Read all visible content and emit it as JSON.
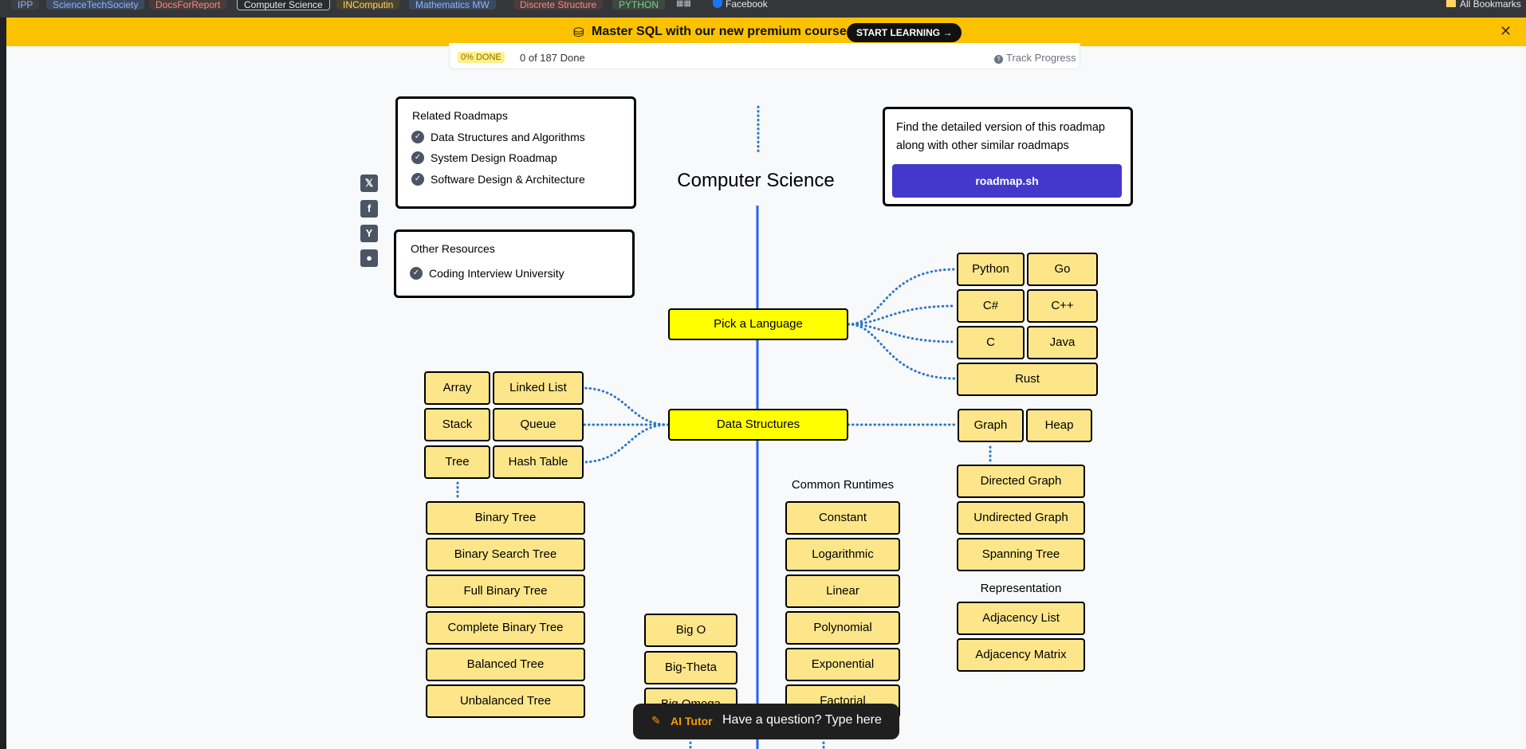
{
  "bookmarks": [
    {
      "label": "IPP",
      "color": "#8ab4f8",
      "bg": "#3c4043"
    },
    {
      "label": "ScienceTechSociety",
      "color": "#8ab4f8",
      "bg": "#3c4a60"
    },
    {
      "label": "DocsForReport",
      "color": "#f28b82",
      "bg": "#4a3c3c"
    },
    {
      "label": "Computer Science",
      "color": "#e8eaed",
      "bg": "#292a2d",
      "active": true
    },
    {
      "label": "INComputin",
      "color": "#fdd663",
      "bg": "#4a4330"
    },
    {
      "label": "Mathematics MW",
      "color": "#8ab4f8",
      "bg": "#3c4a60"
    },
    {
      "label": "Discrete Structure",
      "color": "#f28b82",
      "bg": "#4a3c3c"
    },
    {
      "label": "PYTHON",
      "color": "#81c995",
      "bg": "#3c4a40"
    }
  ],
  "bookmark_facebook": "Facebook",
  "bookmark_all": "All Bookmarks",
  "banner": {
    "text": "Master SQL with our new premium course",
    "button": "START LEARNING →",
    "close": "✕"
  },
  "progress": {
    "badge": "0% DONE",
    "text": "0 of 187 Done",
    "track": "Track Progress"
  },
  "related": {
    "title": "Related Roadmaps",
    "items": [
      "Data Structures and Algorithms",
      "System Design Roadmap",
      "Software Design & Architecture"
    ]
  },
  "resources": {
    "title": "Other Resources",
    "items": [
      "Coding Interview University"
    ]
  },
  "cta": {
    "text_line1": "Find the detailed version of this roadmap",
    "text_line2": "along with other similar roadmaps",
    "button": "roadmap.sh"
  },
  "social": [
    "𝕏",
    "f",
    "Y",
    "●"
  ],
  "title": "Computer Science",
  "pick_language": "Pick a Language",
  "languages": [
    "Python",
    "Go",
    "C#",
    "C++",
    "C",
    "Java",
    "Rust"
  ],
  "data_structures": "Data Structures",
  "ds_left": [
    "Array",
    "Linked List",
    "Stack",
    "Queue",
    "Tree",
    "Hash Table"
  ],
  "ds_right": [
    "Graph",
    "Heap"
  ],
  "graph_items": [
    "Directed Graph",
    "Undirected Graph",
    "Spanning Tree"
  ],
  "representation_label": "Representation",
  "representation_items": [
    "Adjacency List",
    "Adjacency Matrix"
  ],
  "tree_items": [
    "Binary Tree",
    "Binary Search Tree",
    "Full Binary Tree",
    "Complete Binary Tree",
    "Balanced Tree",
    "Unbalanced Tree"
  ],
  "runtimes_label": "Common Runtimes",
  "runtimes": [
    "Constant",
    "Logarithmic",
    "Linear",
    "Polynomial",
    "Exponential",
    "Factorial"
  ],
  "big": [
    "Big O",
    "Big-Theta",
    "Big Omega"
  ],
  "ai_tutor": {
    "label": "AI Tutor",
    "placeholder": "Have a question? Type here"
  }
}
